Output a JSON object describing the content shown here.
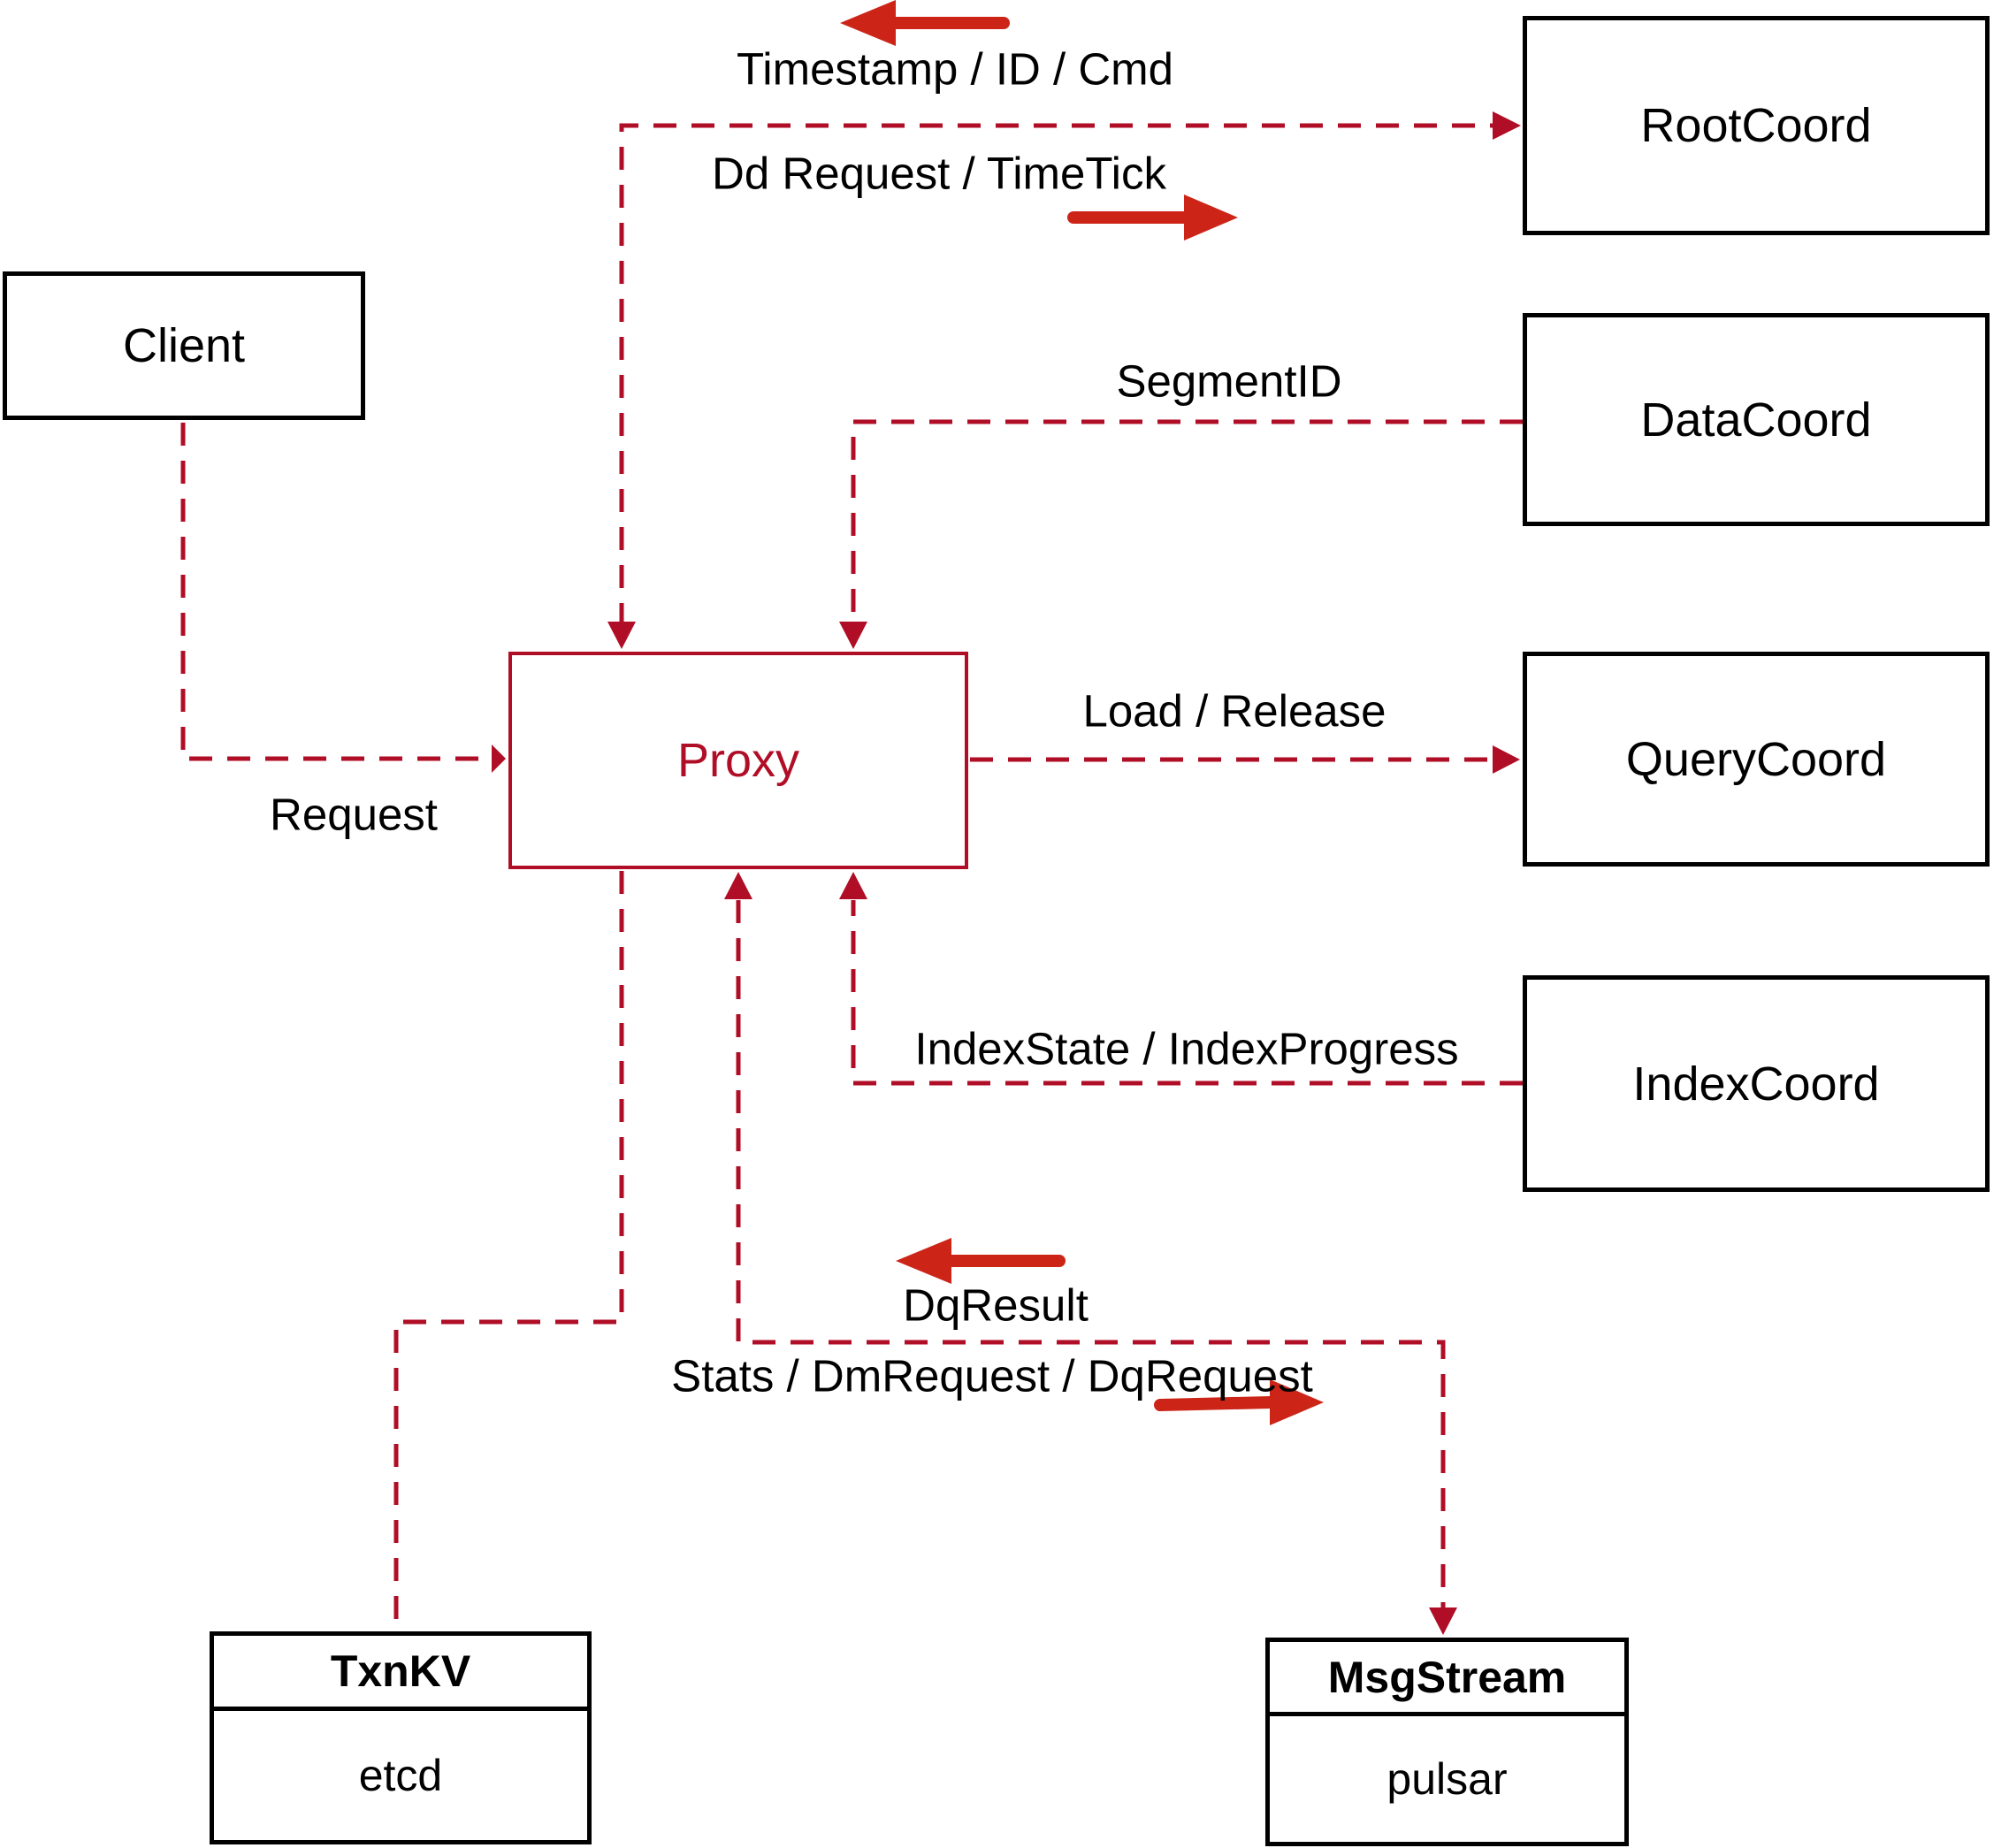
{
  "diagram": {
    "nodes": {
      "client": {
        "label": "Client"
      },
      "proxy": {
        "label": "Proxy"
      },
      "root_coord": {
        "label": "RootCoord"
      },
      "data_coord": {
        "label": "DataCoord"
      },
      "query_coord": {
        "label": "QueryCoord"
      },
      "index_coord": {
        "label": "IndexCoord"
      },
      "txn_kv": {
        "title": "TxnKV",
        "impl": "etcd"
      },
      "msg_stream": {
        "title": "MsgStream",
        "impl": "pulsar"
      }
    },
    "edge_labels": {
      "timestamp_id_cmd": "Timestamp / ID / Cmd",
      "dd_request_timetick": "Dd Request / TimeTick",
      "segment_id": "SegmentID",
      "request": "Request",
      "load_release": "Load / Release",
      "index_state_progress": "IndexState / IndexProgress",
      "dq_result": "DqResult",
      "stats_dm_dq": "Stats / DmRequest / DqRequest"
    },
    "colors": {
      "line": "#b00e26",
      "arrow": "#cc2518",
      "ink": "#000000",
      "background": "#ffffff"
    }
  }
}
